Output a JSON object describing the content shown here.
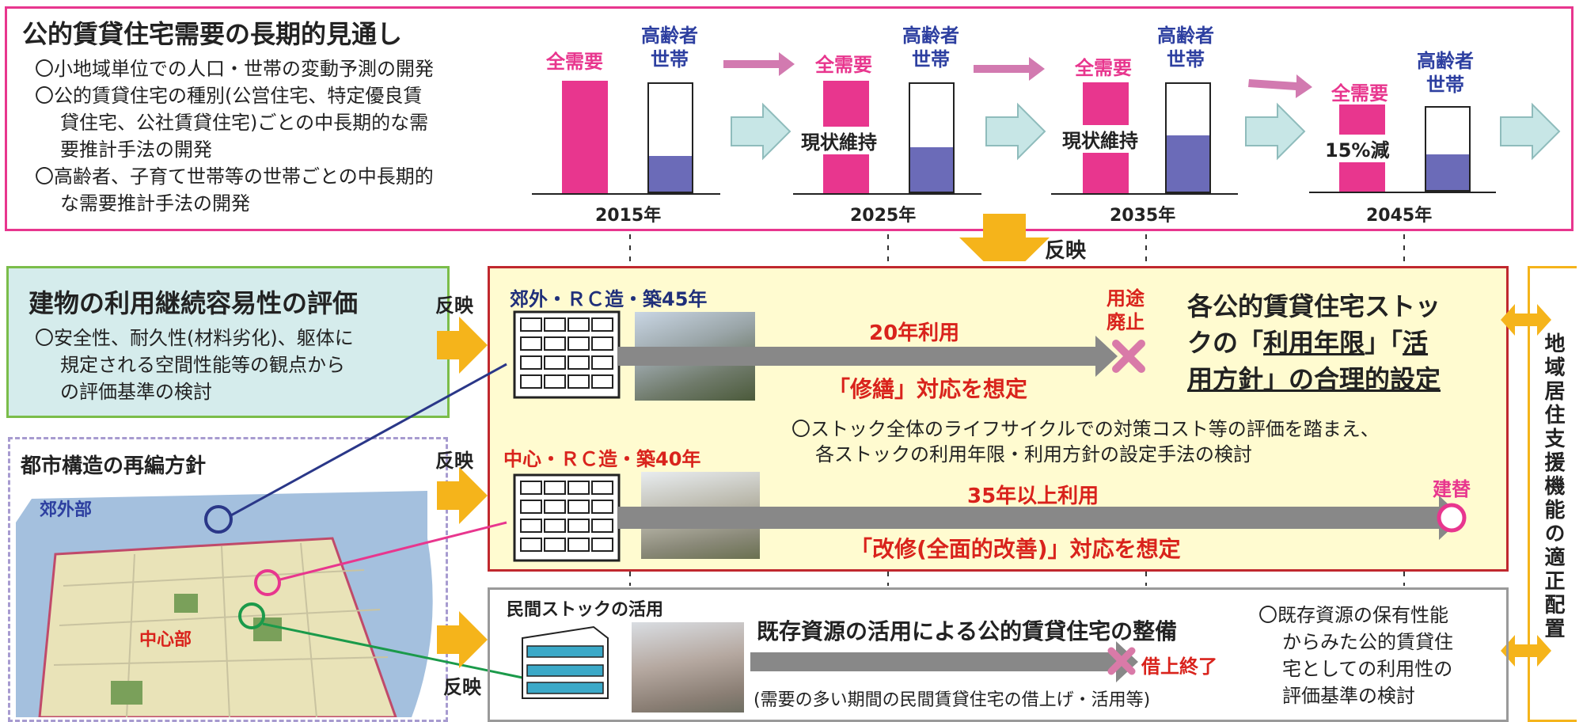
{
  "top": {
    "title": "公的賃貸住宅需要の長期的見通し",
    "bullets": [
      "〇小地域単位での人口・世帯の変動予測の開発",
      "〇公的賃貸住宅の種別(公営住宅、特定優良賃",
      "貸住宅、公社賃貸住宅)ごとの中長期的な需",
      "要推計手法の開発",
      "〇高齢者、子育て世帯等の世帯ごとの中長期的",
      "な需要推計手法の開発"
    ],
    "label_all": "全需要",
    "label_elder_1": "高齢者",
    "label_elder_2": "世帯",
    "years": [
      "2015年",
      "2025年",
      "2035年",
      "2045年"
    ],
    "notes": [
      "現状維持",
      "現状維持",
      "15%減"
    ],
    "elder_fill_fraction": [
      0.33,
      0.41,
      0.52,
      0.43
    ],
    "reflect": "反映"
  },
  "eval": {
    "title": "建物の利用継続容易性の評価",
    "lines": [
      "〇安全性、耐久性(材料劣化)、躯体に",
      "規定される空間性能等の観点から",
      "の評価基準の検討"
    ]
  },
  "city": {
    "title": "都市構造の再編方針",
    "suburb": "郊外部",
    "center": "中心部"
  },
  "yellow": {
    "suburb_label": "郊外・ＲＣ造・築45年",
    "use20": "20年利用",
    "repair": "「修繕」対応を想定",
    "abolish_1": "用途",
    "abolish_2": "廃止",
    "right_1": "各公的賃貸住宅ストッ",
    "right_2": "クの「",
    "right_u1": "利用年限",
    "right_3": "」「",
    "right_u2": "活",
    "right_4u": "用方針",
    "right_5": "」の合理的設定",
    "note_1": "〇ストック全体のライフサイクルでの対策コスト等の評価を踏まえ、",
    "note_2": "各ストックの利用年限・利用方針の設定手法の検討",
    "center_label": "中心・ＲＣ造・築40年",
    "use35": "35年以上利用",
    "renovate": "「改修(全面的改善)」対応を想定",
    "rebuild": "建替"
  },
  "private": {
    "label": "民間ストックの活用",
    "title": "既存資源の活用による公的賃貸住宅の整備",
    "lease_end": "借上終了",
    "note": "(需要の多い期間の民間賃貸住宅の借上げ・活用等)",
    "right": [
      "〇既存資源の保有性能",
      "からみた公的賃貸住",
      "宅としての利用性の",
      "評価基準の検討"
    ]
  },
  "reflect_labels": [
    "反映",
    "反映",
    "反映"
  ],
  "side": "地域居住支援機能の適正配置",
  "colors": {
    "pink": "#e8368e",
    "navy": "#1f2f7a",
    "red": "#d9231c",
    "purple": "#6b6bb8",
    "teal": "#c7e6e6",
    "yellow": "#fffbd0",
    "orange": "#f5b41b"
  }
}
